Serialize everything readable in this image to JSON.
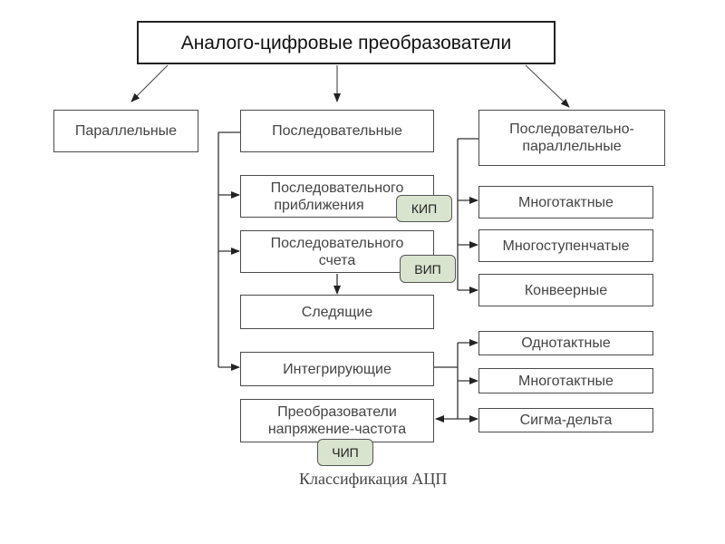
{
  "diagram": {
    "title": "Аналого-цифровые преобразователи",
    "categories": {
      "parallel": "Параллельные",
      "sequential": "Последовательные",
      "seq_parallel_line1": "Последовательно-",
      "seq_parallel_line2": "параллельные"
    },
    "sequential_types": {
      "approx_line1": "Последовательного",
      "approx_line2": "приближения",
      "count_line1": "Последовательного",
      "count_line2": "счета",
      "tracking": "Следящие",
      "integrating": "Интегрирующие",
      "vf_line1": "Преобразователи",
      "vf_line2": "напряжение-частота"
    },
    "seq_parallel_types": {
      "multicycle": "Многотактные",
      "multistage": "Многоступенчатые",
      "pipeline": "Конвеерные"
    },
    "integrating_types": {
      "singlecycle": "Однотактные",
      "multicycle": "Многотактные",
      "sigma_delta": "Сигма-дельта"
    },
    "badges": {
      "kip": "КИП",
      "vip": "ВИП",
      "chip": "ЧИП"
    },
    "caption": "Классификация АЦП"
  }
}
